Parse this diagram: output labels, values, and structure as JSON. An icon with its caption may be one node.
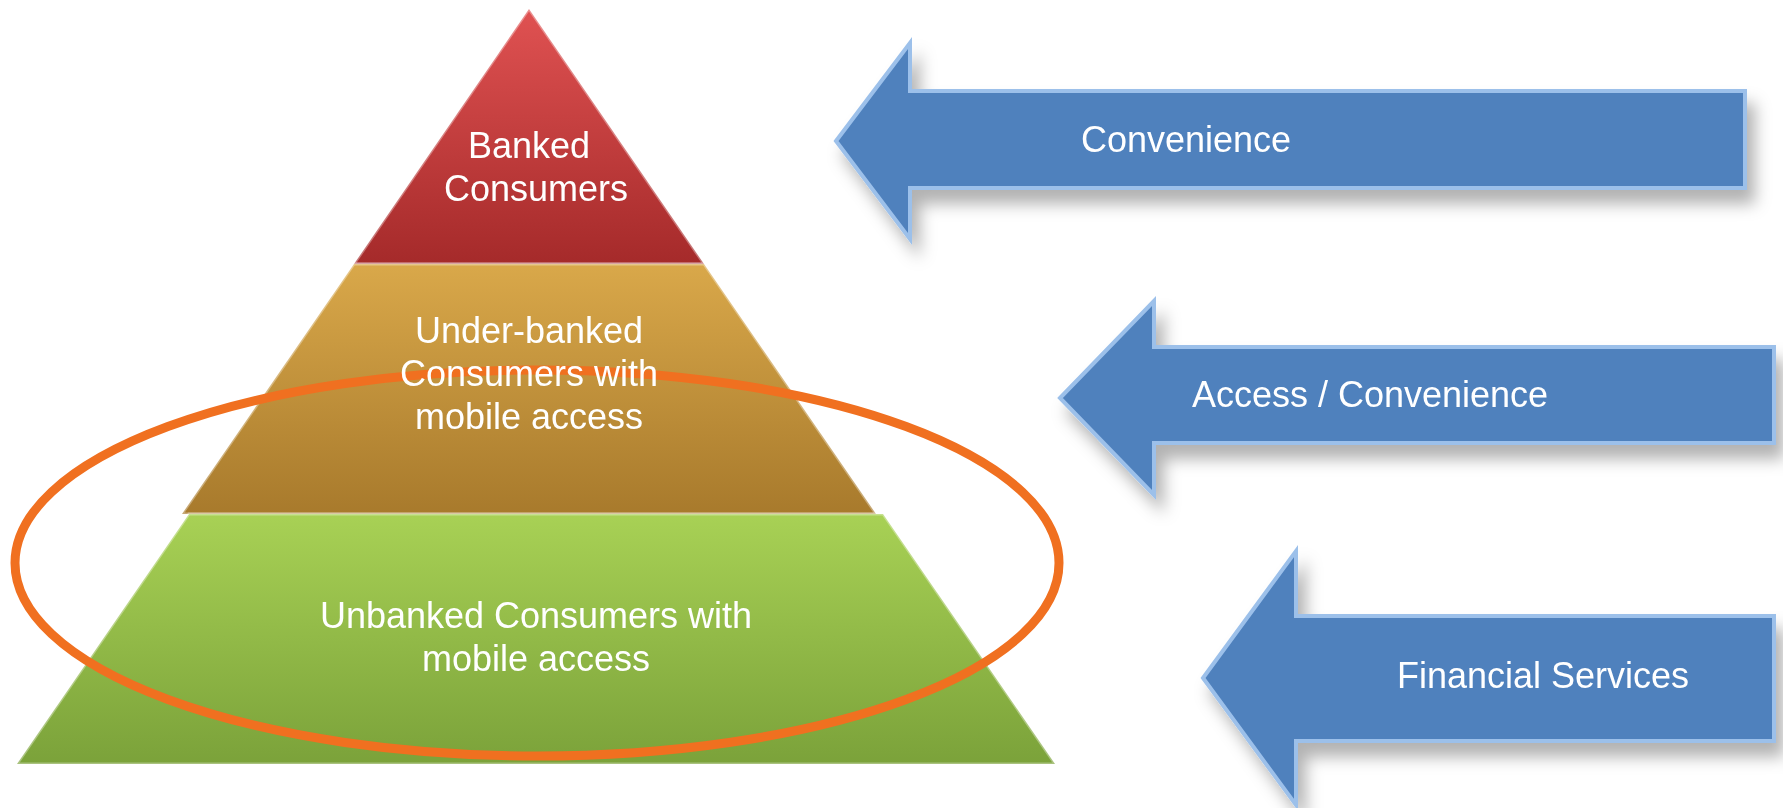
{
  "diagram": {
    "nodes": [
      {
        "text": [
          "Banked Consumers"
        ]
      },
      {
        "text": [
          "Under-banked Consumers with mobile access"
        ]
      },
      {
        "text": [
          "Unbanked Consumers with mobile access"
        ]
      },
      {
        "text": [
          "Convenience"
        ]
      },
      {
        "text": [
          "Access / Convenience"
        ]
      },
      {
        "text": [
          "Financial Services"
        ]
      }
    ]
  }
}
